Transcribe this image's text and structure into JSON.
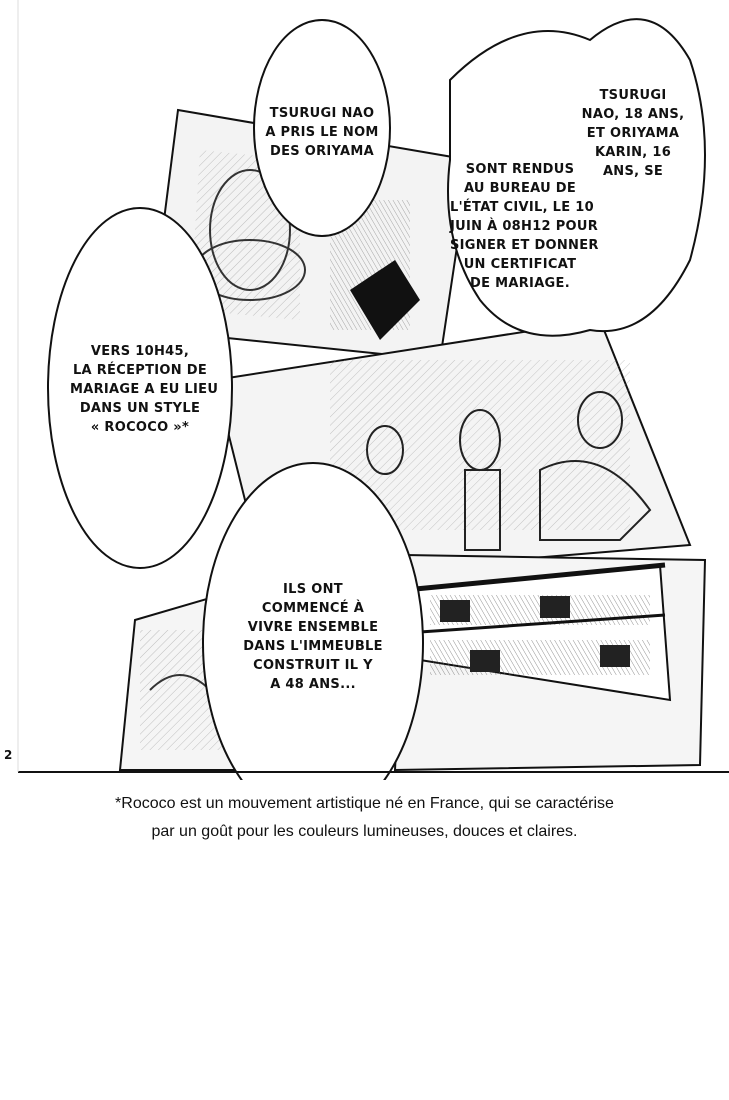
{
  "bubbles": {
    "b1": [
      "TSURUGI NAO",
      "A PRIS LE NOM",
      "DES ORIYAMA"
    ],
    "b2": [
      "TSURUGI",
      "NAO, 18 ANS,",
      "ET ORIYAMA",
      "KARIN, 16",
      "ANS, SE"
    ],
    "b3": [
      "SONT RENDUS",
      "AU BUREAU DE",
      "L'ÉTAT CIVIL, LE 10",
      "JUIN À 08H12 POUR",
      "SIGNER ET DONNER",
      "UN CERTIFICAT",
      "DE MARIAGE."
    ],
    "b4": [
      "VERS 10H45,",
      "LA RÉCEPTION DE",
      "MARIAGE A EU LIEU",
      "DANS UN STYLE",
      "« ROCOCO »*"
    ],
    "b5": [
      "ILS ONT",
      "COMMENCÉ À",
      "VIVRE ENSEMBLE",
      "DANS L'IMMEUBLE",
      "CONSTRUIT IL Y",
      "A 48 ANS..."
    ]
  },
  "page_number": "2",
  "footnote": [
    "*Rococo est un mouvement artistique né en France, qui se caractérise",
    "par un goût pour les couleurs lumineuses, douces et claires."
  ]
}
